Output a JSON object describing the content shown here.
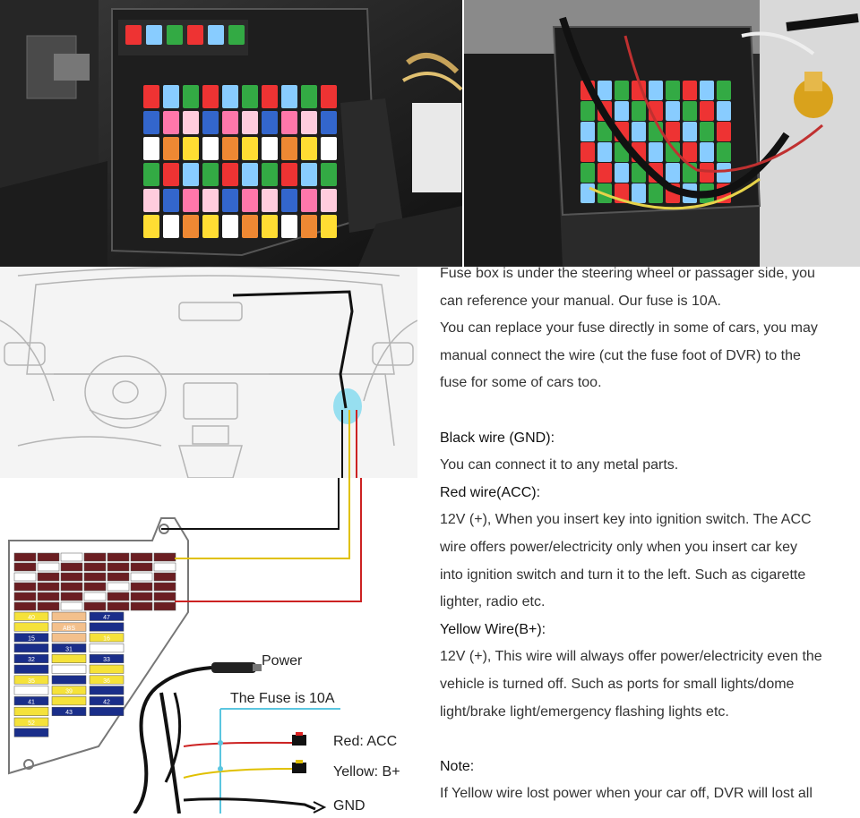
{
  "diagram_labels": {
    "power": "Power",
    "fuse": "The Fuse is 10A",
    "red": "Red: ACC",
    "yellow": "Yellow: B+",
    "gnd": "GND"
  },
  "fuse_labels": [
    "40",
    "47",
    "ABS",
    "15",
    "16",
    "31",
    "32",
    "33",
    "38",
    "35",
    "36",
    "39",
    "41",
    "42",
    "43",
    "52",
    "53",
    "05"
  ],
  "text": {
    "intro": [
      "Fuse box is under the steering wheel or passager side, you",
      "can reference your manual. Our fuse is 10A.",
      "You can replace your fuse directly in some of cars, you may",
      "manual connect the wire (cut the fuse foot of DVR) to the",
      "fuse for some of cars too."
    ],
    "black_heading": "Black wire (GND):",
    "black_desc": "You can connect it to any metal parts.",
    "red_heading": "Red wire(ACC):",
    "red_desc": [
      "12V (+), When you insert key into ignition switch. The ACC",
      "wire offers power/electricity only when you insert car key",
      "into ignition switch and turn it to the left. Such as cigarette",
      "lighter, radio etc."
    ],
    "yellow_heading": "Yellow Wire(B+):",
    "yellow_desc": [
      "12V (+), This wire will always offer power/electricity even the",
      "vehicle is turned off. Such as ports for small lights/dome",
      "light/brake light/emergency flashing lights etc."
    ],
    "note_heading": "Note:",
    "note_desc": [
      "If Yellow wire lost power when your car off, DVR will lost all"
    ]
  }
}
